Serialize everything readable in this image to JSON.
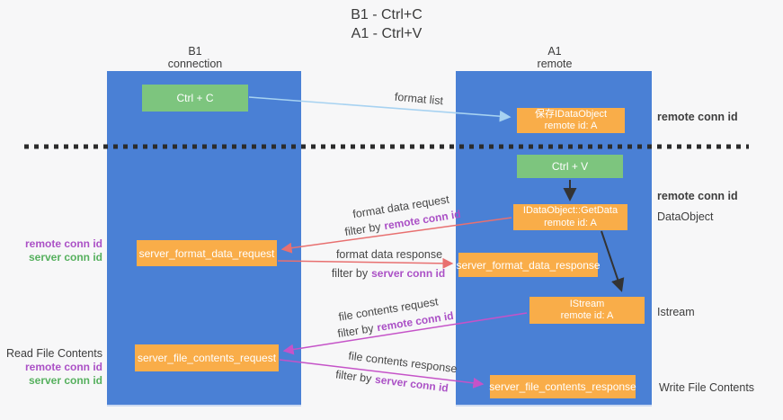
{
  "title": {
    "line1": "B1 - Ctrl+C",
    "line2": "A1 - Ctrl+V"
  },
  "lanes": {
    "left": {
      "name": "B1",
      "role": "connection"
    },
    "right": {
      "name": "A1",
      "role": "remote"
    }
  },
  "nodes": {
    "ctrl_c": {
      "label": "Ctrl + C"
    },
    "ctrl_v": {
      "label": "Ctrl + V"
    },
    "save_dataobject": {
      "line1": "保存IDataObject",
      "line2": "remote id: A"
    },
    "getdata": {
      "line1": "IDataObject::GetData",
      "line2": "remote id: A"
    },
    "istream": {
      "line1": "IStream",
      "line2": "remote id: A"
    },
    "format_request": {
      "label": "server_format_data_request"
    },
    "format_response": {
      "label": "server_format_data_response"
    },
    "file_request": {
      "label": "server_file_contents_request"
    },
    "file_response": {
      "label": "server_file_contents_response"
    }
  },
  "edge_labels": {
    "format_list": "format list",
    "format_data_request": "format data request",
    "format_data_response": "format data response",
    "file_contents_request": "file contents request",
    "file_contents_response": "file contents response",
    "filter_by": "filter by",
    "remote_conn_id": "remote conn id",
    "server_conn_id": "server conn id"
  },
  "side_labels": {
    "right_top_conn": "remote conn id",
    "right_mid_conn": "remote conn id",
    "dataobject": "DataObject",
    "istream": "Istream",
    "write_file": "Write File Contents",
    "read_file": "Read File Contents",
    "left_remote_conn": "remote conn id",
    "left_server_conn": "server conn id",
    "left_remote_conn2": "remote conn id",
    "left_server_conn2": "server conn id"
  },
  "colors": {
    "bg": "#f7f7f8",
    "lane_blue": "#4a80d5",
    "box_green": "#7dc57e",
    "box_orange": "#f9ad49",
    "purple_text": "#ab51c6",
    "green_text": "#56b05e",
    "red_arrow": "#e87070",
    "magenta_arrow": "#c553c8",
    "blue_arrow": "#a7d2f1",
    "black_arrow": "#333333",
    "dash_line": "#2b2b2b"
  }
}
